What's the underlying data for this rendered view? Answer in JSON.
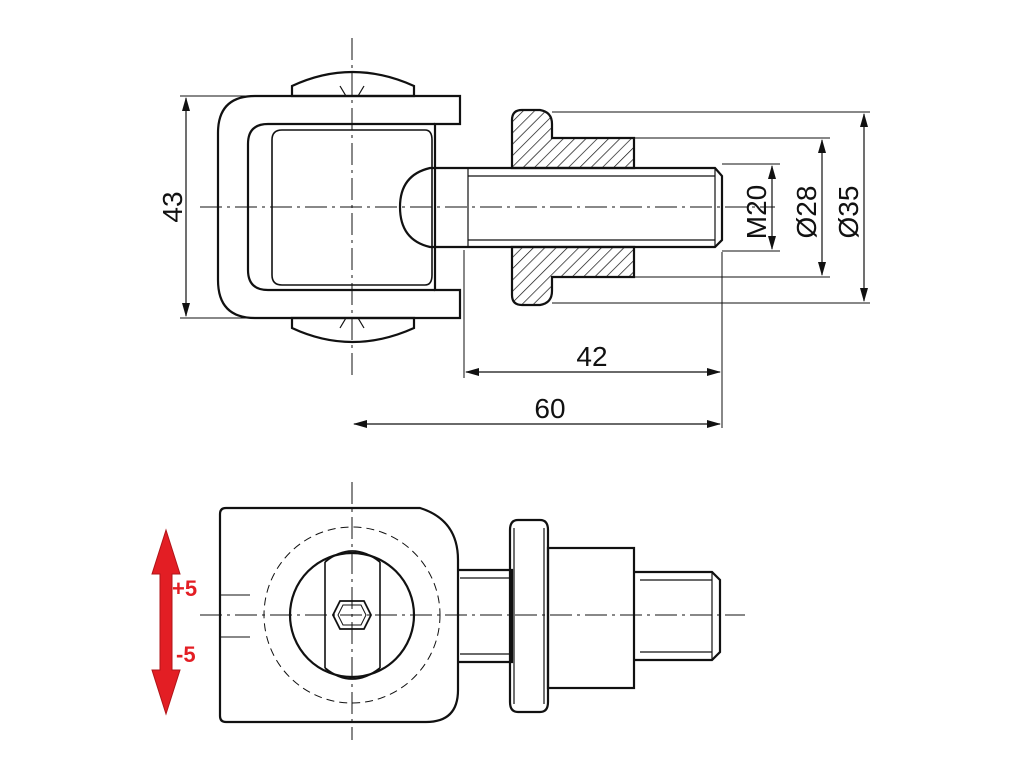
{
  "dimensions": {
    "height": "43",
    "thread": "M20",
    "diameter_inner": "Ø28",
    "diameter_outer": "Ø35",
    "thread_length": "42",
    "total_length": "60"
  },
  "adjustment": {
    "plus": "+5",
    "minus": "-5"
  },
  "colors": {
    "line": "#111111",
    "accent": "#e31e24",
    "hatch": "#111111"
  }
}
